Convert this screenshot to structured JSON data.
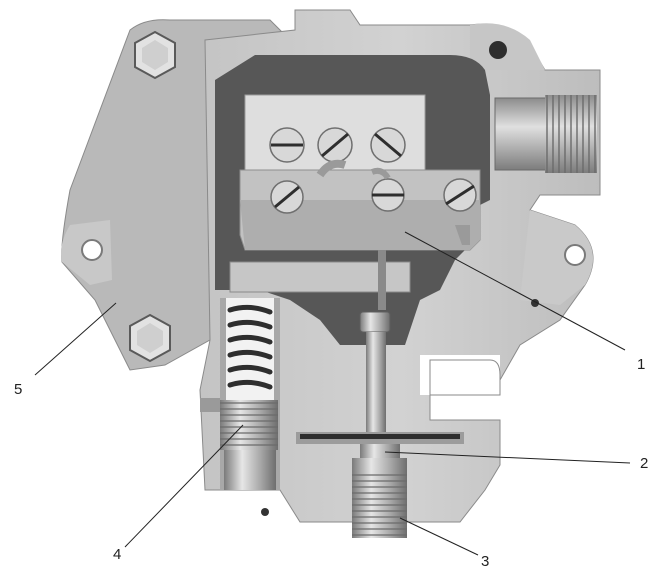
{
  "colors": {
    "housing_light": "#cfcfcf",
    "housing_mid": "#b5b5b5",
    "housing_dark": "#9a9a9a",
    "cavity": "#555555",
    "terminal_block": "#dcdcdc",
    "metal": "#8a8a8a",
    "leader": "#222222"
  },
  "callouts": [
    {
      "id": "1",
      "label": "1"
    },
    {
      "id": "2",
      "label": "2"
    },
    {
      "id": "3",
      "label": "3"
    },
    {
      "id": "4",
      "label": "4"
    },
    {
      "id": "5",
      "label": "5"
    }
  ]
}
